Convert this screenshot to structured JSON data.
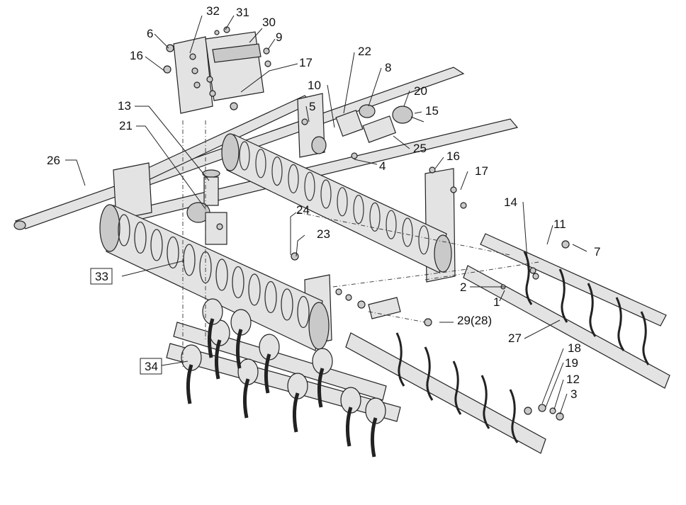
{
  "callouts": {
    "c32": "32",
    "c31": "31",
    "c30": "30",
    "c6": "6",
    "c9": "9",
    "c16a": "16",
    "c17a": "17",
    "c22": "22",
    "c8": "8",
    "c10": "10",
    "c20": "20",
    "c13": "13",
    "c5": "5",
    "c15": "15",
    "c21": "21",
    "c25": "25",
    "c26": "26",
    "c16b": "16",
    "c4": "4",
    "c17b": "17",
    "c24": "24",
    "c23": "23",
    "c14": "14",
    "c11": "11",
    "c7": "7",
    "c33": "33",
    "c2": "2",
    "c1": "1",
    "c29": "29(28)",
    "c27": "27",
    "c34": "34",
    "c18": "18",
    "c19": "19",
    "c12": "12",
    "c3": "3"
  },
  "boxed_callouts": [
    "33",
    "34"
  ]
}
